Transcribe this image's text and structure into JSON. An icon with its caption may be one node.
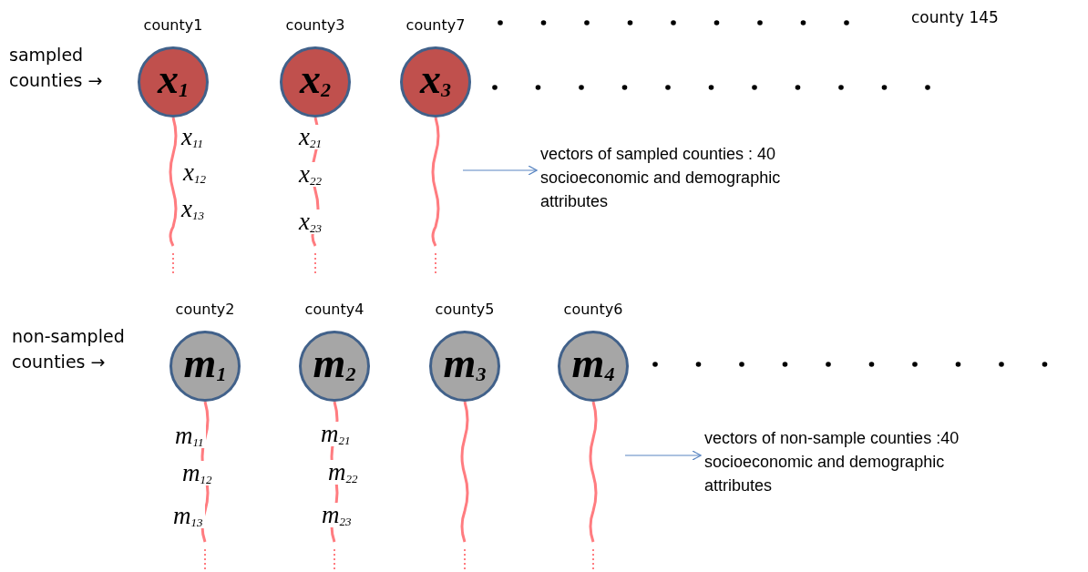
{
  "diagram": {
    "nodes": [
      {
        "text": [
          "x$_{1}$"
        ],
        "beside": [
          "county1",
          "x$_{11}$",
          "x$_{12}$",
          "x$_{13}$"
        ]
      },
      {
        "text": [
          "x$_{2}$"
        ],
        "beside": [
          "county3",
          "x$_{21}$",
          "x$_{22}$",
          "x$_{23}$"
        ]
      },
      {
        "text": [
          "x$_{3}$"
        ],
        "beside": [
          "county7"
        ]
      },
      {
        "text": [
          "vectors of sampled counties : 40 socioeconomic and demographic attributes"
        ]
      },
      {
        "text": [
          "m$_{1}$"
        ],
        "beside": [
          "county2",
          "m$_{11}$",
          "m$_{12}$",
          "m$_{13}$"
        ]
      },
      {
        "text": [
          "m$_{2}$"
        ],
        "beside": [
          "county4",
          "m$_{21}$",
          "m$_{22}$",
          "m$_{23}$"
        ]
      },
      {
        "text": [
          "m$_{3}$"
        ],
        "beside": [
          "county5"
        ]
      },
      {
        "text": [
          "m$_{4}$"
        ],
        "beside": [
          "county6"
        ]
      },
      {
        "text": [
          "vectors of non-sample counties :40 socioeconomic and demographic attributes"
        ]
      }
    ],
    "edges": [
      {
        "from": null,
        "to": 3,
        "arrow": "to"
      },
      {
        "from": null,
        "to": 8,
        "arrow": "to"
      }
    ],
    "labels": [
      "county 145",
      "sampled counties →",
      "non-sampled counties →"
    ]
  }
}
